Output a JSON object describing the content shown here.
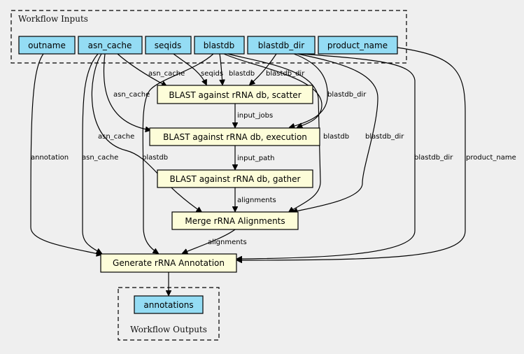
{
  "clusters": {
    "inputs": "Workflow Inputs",
    "outputs": "Workflow Outputs"
  },
  "colors": {
    "background": "#efefef",
    "input_node": "#94dcf4",
    "step_node": "#fdfdd9",
    "stroke": "#000000"
  },
  "nodes": {
    "outname": "outname",
    "asn_cache": "asn_cache",
    "seqids": "seqids",
    "blastdb": "blastdb",
    "blastdb_dir": "blastdb_dir",
    "product_name": "product_name",
    "scatter": "BLAST against rRNA db, scatter",
    "execution": "BLAST against rRNA db, execution",
    "gather": "BLAST against rRNA db, gather",
    "merge": "Merge rRNA Alignments",
    "generate": "Generate rRNA Annotation",
    "annotations": "annotations"
  },
  "edges": {
    "asn_cache": "asn_cache",
    "seqids": "seqids",
    "blastdb": "blastdb",
    "blastdb_dir": "blastdb_dir",
    "input_jobs": "input_jobs",
    "input_path": "input_path",
    "alignments": "alignments",
    "annotation": "annotation",
    "product_name": "product_name"
  }
}
